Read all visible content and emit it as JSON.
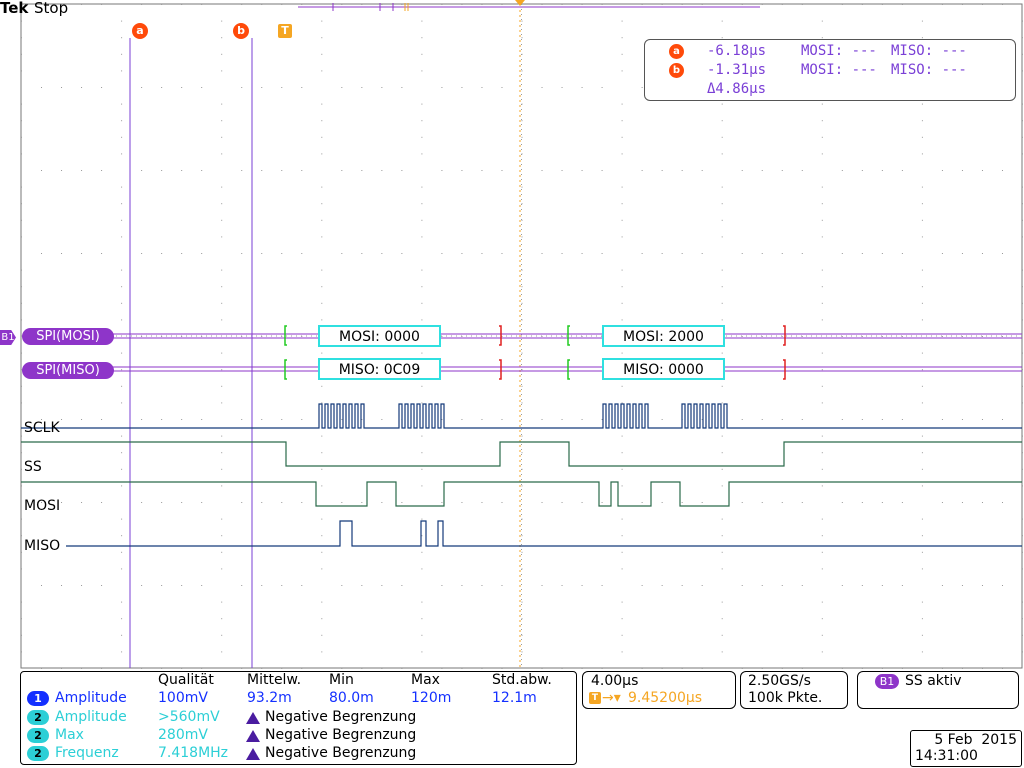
{
  "brand": "Tek",
  "run_state": "Stop",
  "markers": {
    "a": "a",
    "b": "b",
    "trigger": "T"
  },
  "cursor_readout": {
    "a": {
      "time": "-6.18µs",
      "mosi": "MOSI: ---",
      "miso": "MISO: ---"
    },
    "b": {
      "time": "-1.31µs",
      "mosi": "MOSI: ---",
      "miso": "MISO: ---"
    },
    "delta": "Δ4.86µs"
  },
  "bus": {
    "mosi_label": "SPI(MOSI)",
    "miso_label": "SPI(MISO)",
    "bus_indicator": "B1",
    "mosi_packets": [
      "MOSI: 0000",
      "MOSI: 2000"
    ],
    "miso_packets": [
      "MISO: 0C09",
      "MISO: 0000"
    ]
  },
  "channels": {
    "sclk": "SCLK",
    "ss": "SS",
    "mosi": "MOSI",
    "miso": "MISO"
  },
  "measurements": {
    "headers": [
      "Qualität",
      "Mittelw.",
      "Min",
      "Max",
      "Std.abw."
    ],
    "rows": [
      {
        "ch": "1",
        "name": "Amplitude",
        "value": "100mV",
        "mean": "93.2m",
        "min": "80.0m",
        "max": "120m",
        "std": "12.1m"
      },
      {
        "ch": "2",
        "name": "Amplitude",
        "value": ">560mV",
        "warning": "Negative Begrenzung"
      },
      {
        "ch": "2",
        "name": "Max",
        "value": "280mV",
        "warning": "Negative Begrenzung"
      },
      {
        "ch": "2",
        "name": "Frequenz",
        "value": "7.418MHz",
        "warning": "Negative Begrenzung"
      }
    ]
  },
  "horizontal": {
    "scale": "4.00µs",
    "trigger_pos": "9.45200µs"
  },
  "acquisition": {
    "rate": "2.50GS/s",
    "points": "100k Pkte."
  },
  "trigger_status": {
    "bus": "B1",
    "text": "SS aktiv"
  },
  "date": "5 Feb  2015",
  "time": "14:31:00",
  "colors": {
    "cursor": "#7a3fd6",
    "bus": "#8e35c9",
    "packet_box": "#2fe0e0",
    "ch1": "#1430ff",
    "ch2": "#2ccfd6",
    "trigger": "#f5a623",
    "marker": "#ff4a0a",
    "sclk_trace": "#143a7a",
    "ss_trace": "#2a6a4a",
    "warning": "#4a1ca0"
  }
}
